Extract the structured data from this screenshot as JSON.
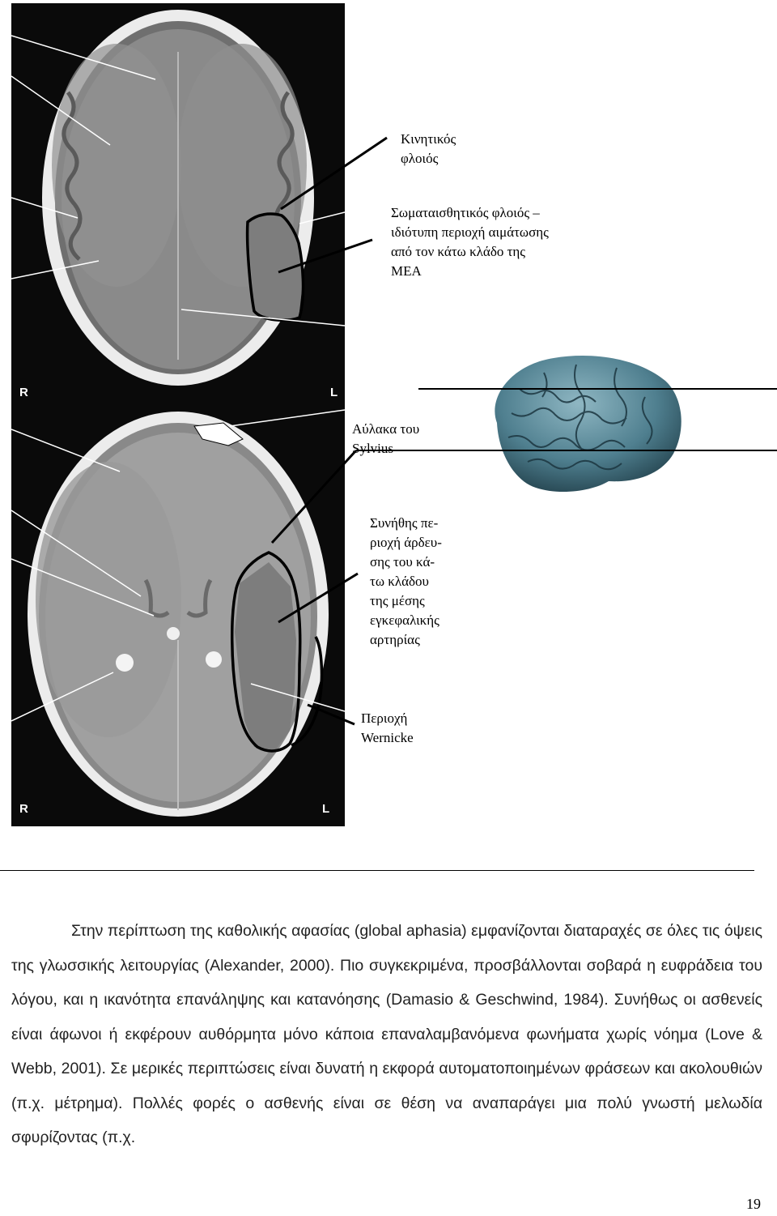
{
  "figure": {
    "scan_top": {
      "label_left": "R",
      "label_right": "L"
    },
    "scan_bottom": {
      "label_left": "R",
      "label_right": "L"
    },
    "captions": {
      "motor_cortex": [
        "Κινητικός",
        "φλοιός"
      ],
      "somatosensory": [
        "Σωματαισθητικός φλοιός –",
        "ιδιότυπη περιοχή αιμάτωσης",
        "από τον κάτω κλάδο της",
        "ΜΕΑ"
      ],
      "sylvian": [
        "Αύλακα του",
        "Sylvius"
      ],
      "mca_territory": [
        "Συνήθης πε-",
        "ριοχή άρδευ-",
        "σης του κά-",
        "τω κλάδου",
        "της μέσης",
        "εγκεφαλικής",
        "αρτηρίας"
      ],
      "wernicke": [
        "Περιοχή",
        "Wernicke"
      ]
    }
  },
  "body_text": "Στην περίπτωση της καθολικής αφασίας (global aphasia) εμφανίζονται διαταραχές σε όλες τις όψεις της γλωσσικής λειτουργίας (Alexander, 2000). Πιο συγκεκριμένα, προσβάλλονται σοβαρά η ευφράδεια του λόγου, και η ικανότητα επανάληψης και κατανόησης (Damasio & Geschwind, 1984). Συνήθως οι ασθενείς είναι άφωνοι ή εκφέρουν αυθόρμητα μόνο κάποια επαναλαμβανόμενα φωνήματα χωρίς νόημα (Love & Webb, 2001). Σε μερικές περιπτώσεις είναι δυνατή η εκφορά αυτοματοποιημένων φράσεων και ακολουθιών (π.χ. μέτρημα). Πολλές φορές ο ασθενής είναι σε θέση να αναπαράγει μια πολύ γνωστή μελωδία σφυρίζοντας (π.χ.",
  "page_number": "19",
  "colors": {
    "scan_background": "#0a0a0a",
    "brain_blue": "#4f7f8f",
    "lesion": "#7d7d7d"
  }
}
